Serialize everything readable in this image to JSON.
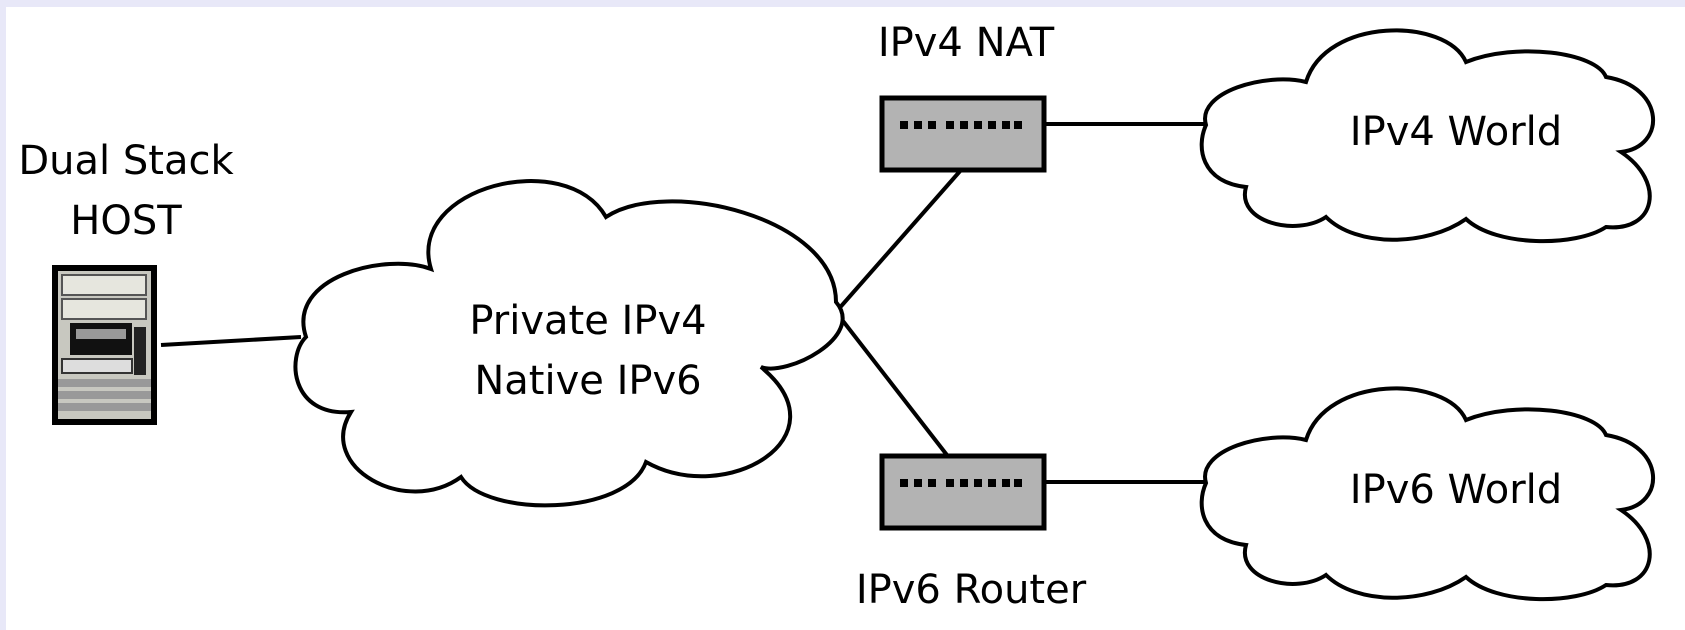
{
  "host": {
    "label_line1": "Dual Stack",
    "label_line2": "HOST"
  },
  "private_cloud": {
    "label_line1": "Private IPv4",
    "label_line2": "Native IPv6"
  },
  "nat": {
    "label": "IPv4 NAT"
  },
  "router": {
    "label": "IPv6 Router"
  },
  "ipv4_world": {
    "label": "IPv4 World"
  },
  "ipv6_world": {
    "label": "IPv6 World"
  },
  "colors": {
    "background": "#e8e8f8",
    "canvas": "#ffffff",
    "device_fill": "#b3b3b3",
    "stroke": "#000000"
  }
}
